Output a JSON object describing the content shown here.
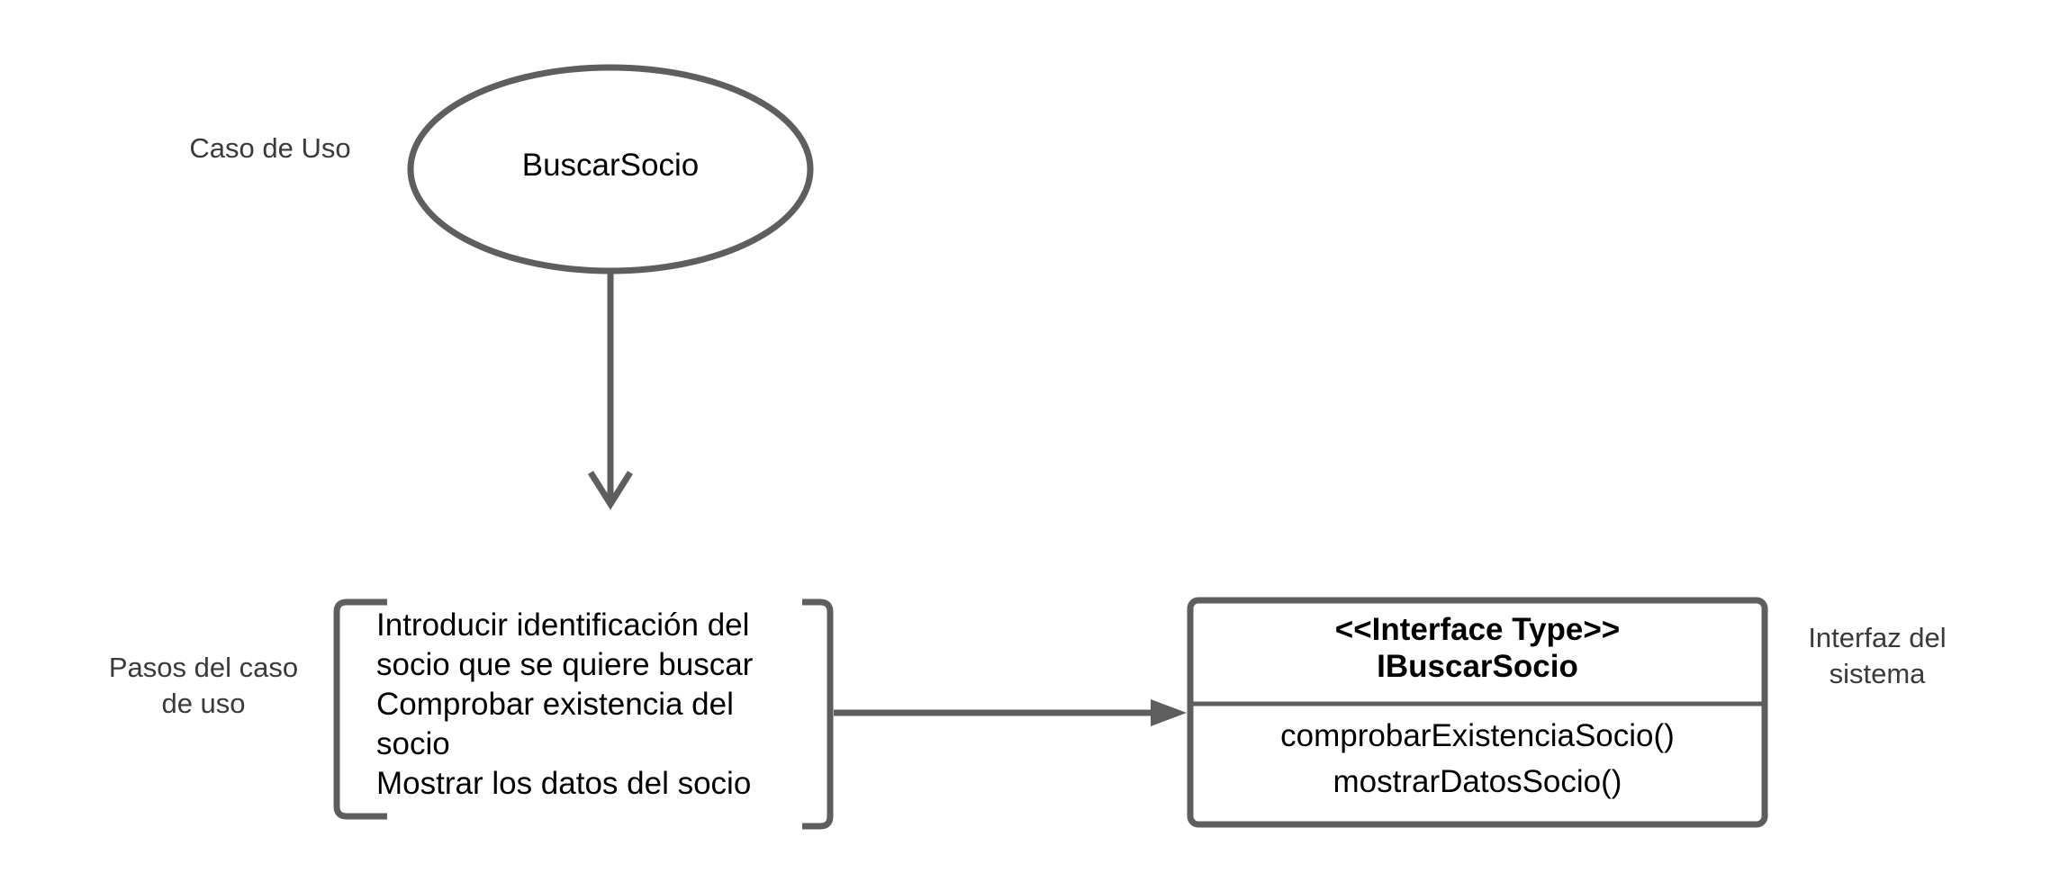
{
  "use_case": {
    "side_label": "Caso de Uso",
    "name": "BuscarSocio"
  },
  "steps": {
    "side_label_lines": [
      "Pasos del caso",
      "de uso"
    ],
    "lines": [
      "Introducir identificación del",
      "socio que se quiere buscar",
      "Comprobar existencia del",
      "socio",
      "Mostrar los datos del socio"
    ]
  },
  "interface": {
    "stereotype": "<<Interface Type>>",
    "name": "IBuscarSocio",
    "methods": [
      "comprobarExistenciaSocio()",
      "mostrarDatosSocio()"
    ],
    "side_label_lines": [
      "Interfaz del",
      "sistema"
    ]
  },
  "colors": {
    "stroke": "#5e5e5e",
    "label_text": "#3a3a3a",
    "body_text": "#000000",
    "background": "#ffffff"
  }
}
